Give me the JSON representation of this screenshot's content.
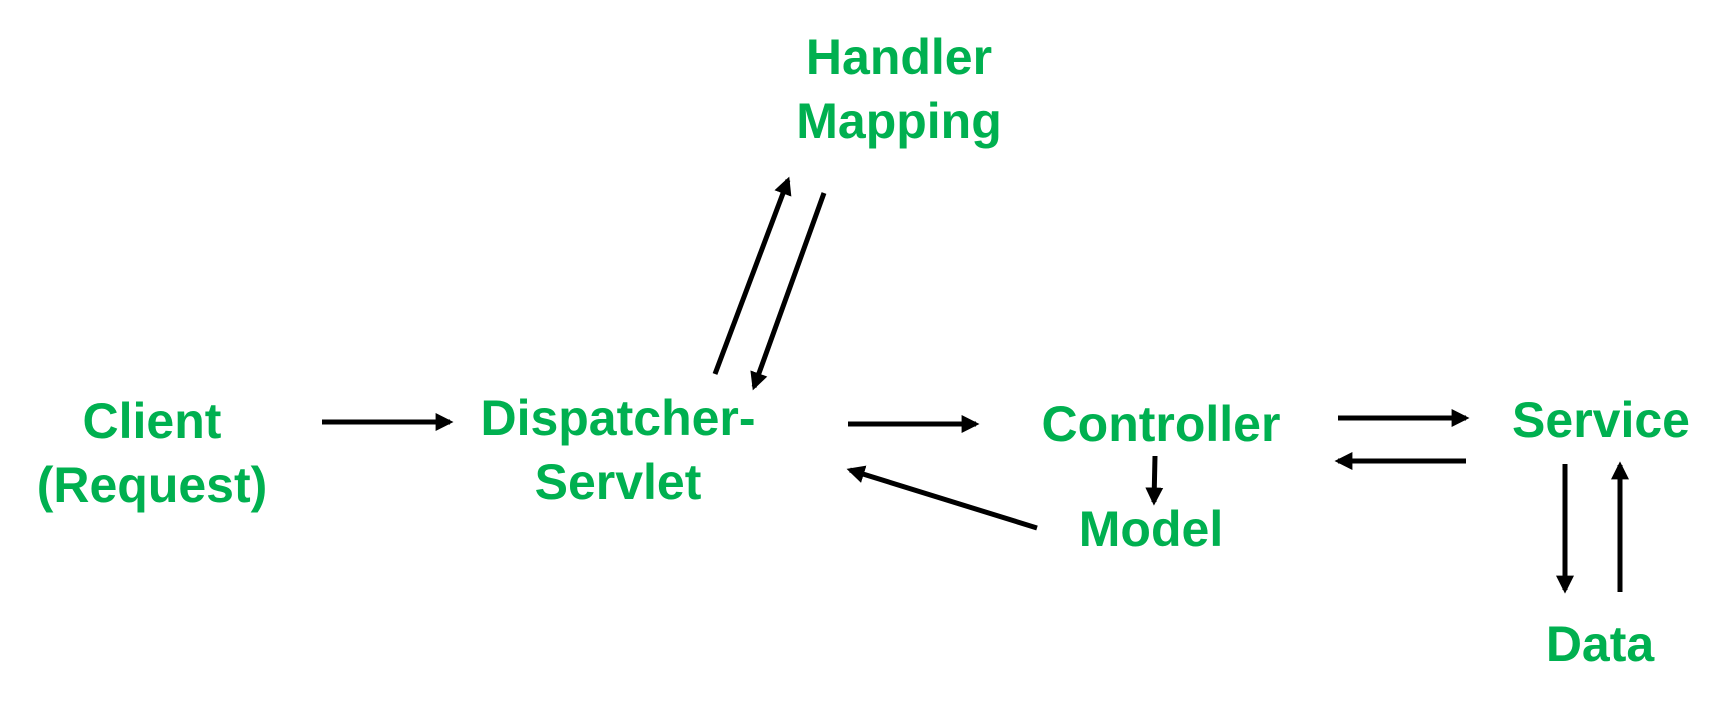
{
  "colors": {
    "node_text": "#00b050",
    "arrow": "#000000"
  },
  "nodes": {
    "handler_mapping": {
      "line1": "Handler",
      "line2": "Mapping"
    },
    "client": {
      "line1": "Client",
      "line2": "(Request)"
    },
    "dispatcher": {
      "line1": "Dispatcher-",
      "line2": "Servlet"
    },
    "controller": {
      "line1": "Controller"
    },
    "model": {
      "line1": "Model"
    },
    "service": {
      "line1": "Service"
    },
    "data": {
      "line1": "Data"
    }
  }
}
